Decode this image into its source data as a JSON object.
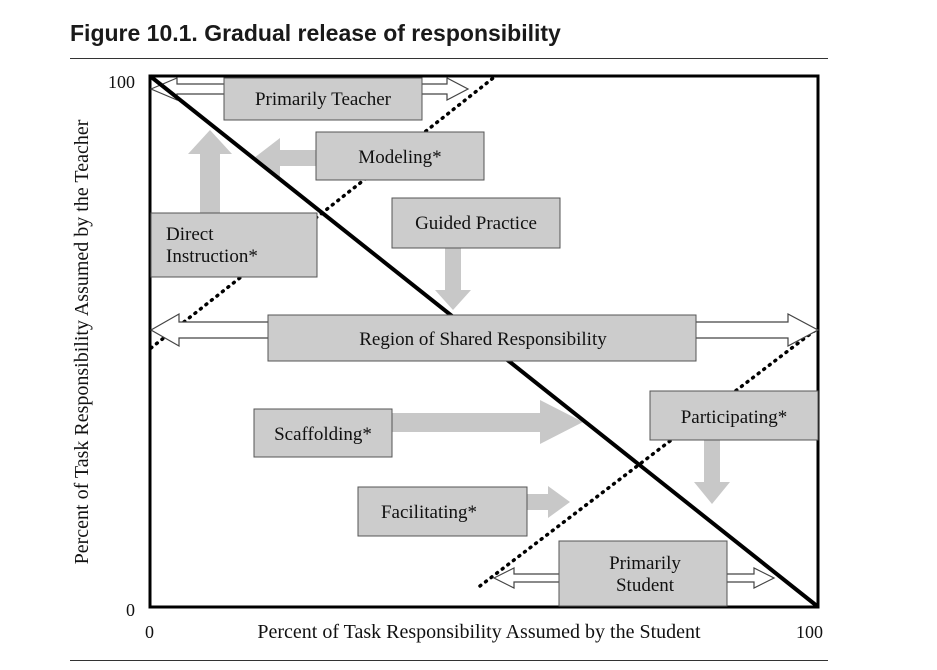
{
  "figure": {
    "title": "Figure 10.1.  Gradual release of responsibility"
  },
  "axes": {
    "y_label": "Percent of Task Responsibility Assumed by the Teacher",
    "x_label": "Percent of Task Responsibility Assumed by the Student",
    "y_max_label": "100",
    "y_min_label": "0",
    "x_min_label": "0",
    "x_max_label": "100"
  },
  "boxes": {
    "primarily_teacher": "Primarily Teacher",
    "modeling": "Modeling*",
    "guided_practice": "Guided Practice",
    "direct_instruction_line1": "Direct",
    "direct_instruction_line2": "Instruction*",
    "shared_responsibility": "Region of Shared Responsibility",
    "scaffolding": "Scaffolding*",
    "participating": "Participating*",
    "facilitating": "Facilitating*",
    "primarily_student_line1": "Primarily",
    "primarily_student_line2": "Student"
  },
  "colors": {
    "box_fill": "#cccccc",
    "arrow_fill": "#c8c8c8",
    "line": "#000000"
  }
}
